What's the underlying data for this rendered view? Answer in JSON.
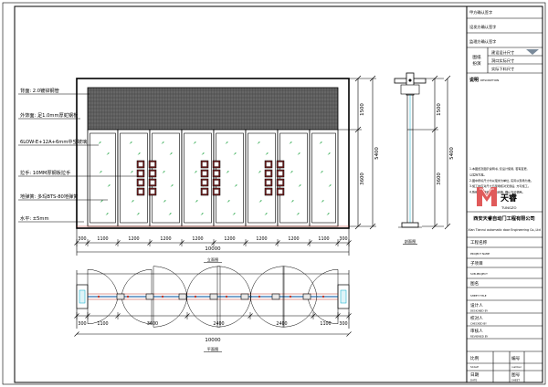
{
  "callouts": [
    "背面: 2.0镀锌钢管",
    "外饰面: 足1.0mm厚蛇钢板",
    "6LOW-E+12A+6mm中空玻璃",
    "拉手: 10MM厚钢板拉手",
    "地弹簧: 多玛BTS-80地弹簧",
    "水平: ±5mm"
  ],
  "front_view": {
    "title": "立面图",
    "bottom_dims": [
      "300",
      "1100",
      "1200",
      "1200",
      "1200",
      "1200",
      "1200",
      "1200",
      "1100",
      "300"
    ],
    "total": "10000",
    "right_dims": [
      "1500",
      "3600",
      "5400"
    ]
  },
  "section_view": {
    "title": "剖面图",
    "dims": [
      "1500",
      "3600",
      "5400"
    ]
  },
  "plan_view": {
    "title": "平面图",
    "dims": [
      "300",
      "1100",
      "3600",
      "2400",
      "2400",
      "1100",
      "300"
    ],
    "total": "10000"
  },
  "title_block": {
    "top_labels": [
      "甲方确认签字",
      "设发方确认签字",
      "监理方确认签字"
    ],
    "review_label": "图纸\n扮演",
    "review_items": [
      "建设设计尺寸",
      "洞口实际尺寸",
      "实际下料尺寸"
    ],
    "description_label": "说明",
    "description_sub": "DESCRIPTION",
    "notes": [
      "1.本图纸及图示说明书, 仅设计使用, 若有变更,",
      "  以实际为准。",
      "2.图中所标尺寸均以毫米为单位, 实际以现场为准。",
      "3.施工时应对尺寸与现场核对无误后, 方可施工。",
      "4.所有门扇材料须检验合格, 确认方可使用。"
    ],
    "logo_cn": "天睿",
    "logo_en": "TUNGZO",
    "company_cn": "西安天睿自动门工程有限公司",
    "company_en": "Xian Tianrui automatic door Engineering Co.,Ltd",
    "rows": [
      {
        "label": "工程名称",
        "sub": "PROJECT NAME"
      },
      {
        "label": "子项目",
        "sub": "SUB-PROJECT"
      },
      {
        "label": "图名",
        "sub": "SHEET TITLE"
      },
      {
        "label": "设计人",
        "sub": "DESIGNED BY"
      },
      {
        "label": "校对人",
        "sub": "CHECKED BY"
      },
      {
        "label": "审核人",
        "sub": "REVIEWED BY"
      }
    ],
    "scale_label": "比例",
    "scale_sub": "SCALE",
    "number_label": "编号",
    "number_sub": "number",
    "date_label": "日期",
    "date_sub": "DATE",
    "sheet_label": "图号",
    "sheet_sub": "SHEET"
  }
}
